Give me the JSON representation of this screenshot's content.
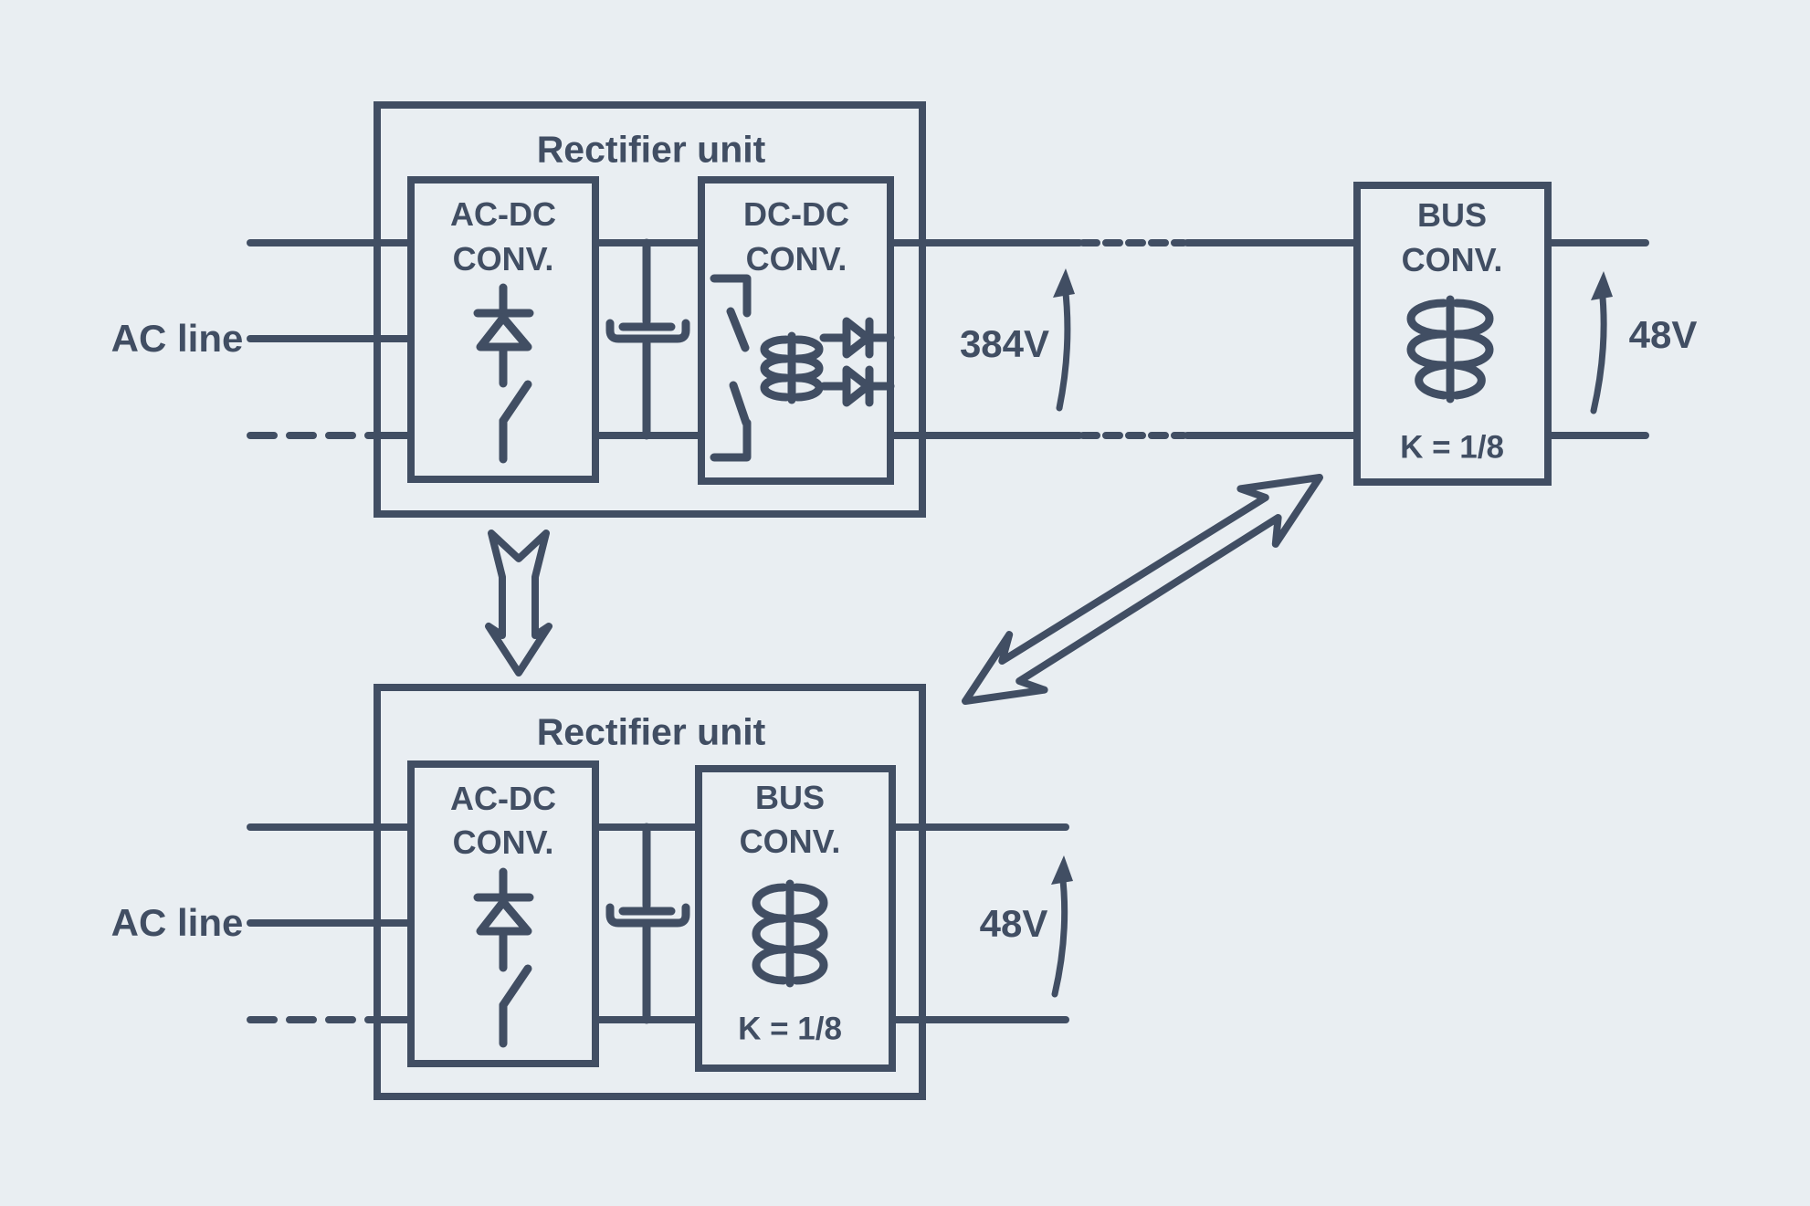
{
  "colors": {
    "background": "#e9eef2",
    "line": "#414e63"
  },
  "top_unit": {
    "title": "Rectifier unit",
    "acdc_line1": "AC-DC",
    "acdc_line2": "CONV.",
    "dcdc_line1": "DC-DC",
    "dcdc_line2": "CONV.",
    "ac_line": "AC line",
    "bus_voltage": "384V"
  },
  "bus_converter": {
    "line1": "BUS",
    "line2": "CONV.",
    "ratio": "K = 1/8",
    "output_voltage": "48V"
  },
  "bottom_unit": {
    "title": "Rectifier unit",
    "acdc_line1": "AC-DC",
    "acdc_line2": "CONV.",
    "bus_line1": "BUS",
    "bus_line2": "CONV.",
    "ratio": "K = 1/8",
    "ac_line": "AC line",
    "output_voltage": "48V"
  }
}
